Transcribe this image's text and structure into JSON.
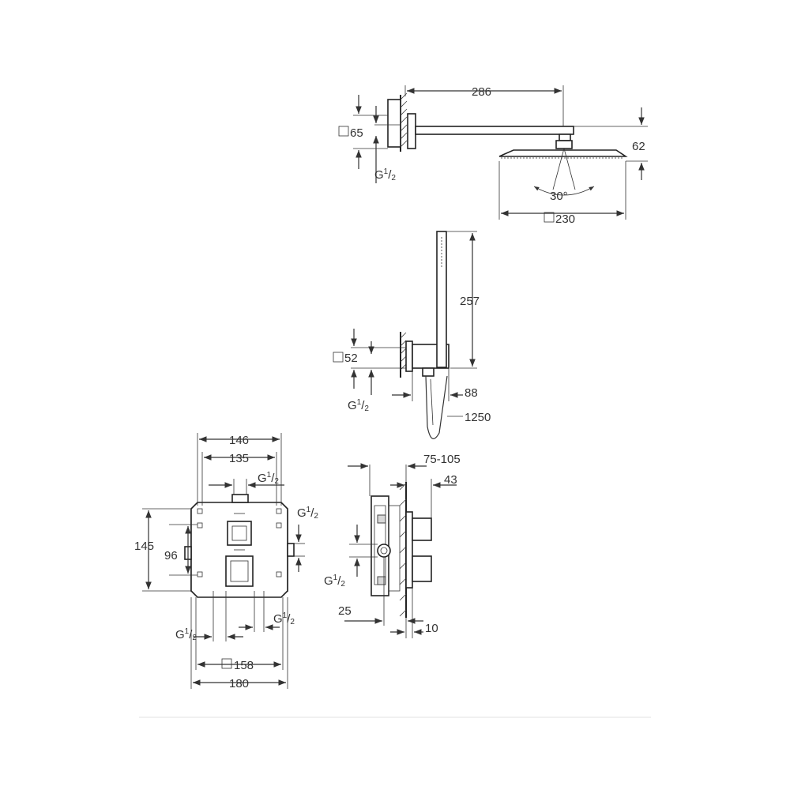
{
  "overhead_shower": {
    "arm_length": "286",
    "wall_plate": "65",
    "drop": "62",
    "angle": "30°",
    "head_size": "230",
    "thread": {
      "g": "G",
      "num": "1",
      "den": "2"
    }
  },
  "hand_shower": {
    "height": "257",
    "wall_plate": "52",
    "depth": "88",
    "hose": "1250",
    "thread": {
      "g": "G",
      "num": "1",
      "den": "2"
    }
  },
  "mixer_front": {
    "width_outer": "146",
    "width_inner": "135",
    "height_outer": "145",
    "height_inner": "96",
    "plate": "158",
    "total": "180",
    "thread_top": {
      "g": "G",
      "num": "1",
      "den": "2"
    },
    "thread_right": {
      "g": "G",
      "num": "1",
      "den": "2"
    },
    "thread_bottom_left": {
      "g": "G",
      "num": "1",
      "den": "2"
    },
    "thread_bottom_right": {
      "g": "G",
      "num": "1",
      "den": "2"
    }
  },
  "mixer_side": {
    "depth_range": "75-105",
    "protrusion": "43",
    "offset": "25",
    "plate": "10",
    "thread": {
      "g": "G",
      "num": "1",
      "den": "2"
    }
  }
}
